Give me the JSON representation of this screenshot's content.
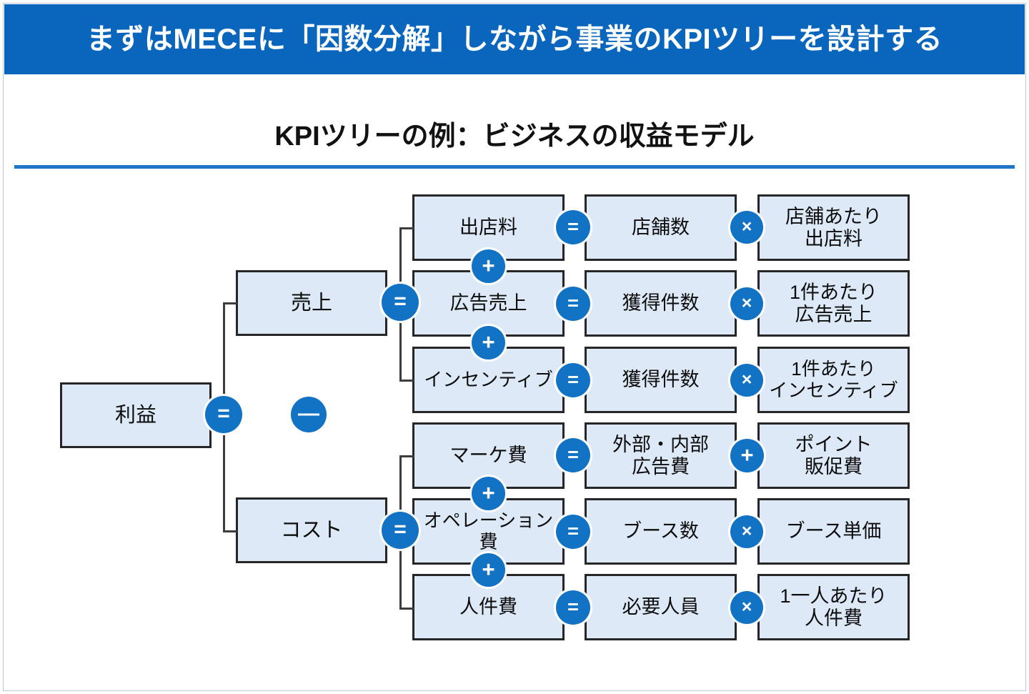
{
  "header": {
    "title": "まずはMECEに「因数分解」しながら事業のKPIツリーを設計する",
    "accent_color": "#0a66bd"
  },
  "subtitle": {
    "text": "KPIツリーの例：ビジネスの収益モデル",
    "rule_color": "#1f76c8"
  },
  "theme": {
    "box_fill": "#dde9f7",
    "box_border": "#262626",
    "badge_fill": "#1273c4",
    "badge_text": "#ffffff",
    "connector": "#3d3d3d"
  },
  "operators": {
    "equals": "=",
    "plus": "+",
    "minus": "—",
    "times": "×"
  },
  "tree": {
    "root": {
      "label": "利益"
    },
    "root_operator": "=",
    "branch_operator": "—",
    "level1": [
      {
        "label": "売上",
        "operator": "="
      },
      {
        "label": "コスト",
        "operator": "="
      }
    ],
    "rows": [
      {
        "branch": "売上",
        "driver": "出店料",
        "op1": "=",
        "factor1": "店舗数",
        "op2": "×",
        "factor2": "店舗あたり\n出店料",
        "join_below": "+"
      },
      {
        "branch": "売上",
        "driver": "広告売上",
        "op1": "=",
        "factor1": "獲得件数",
        "op2": "×",
        "factor2": "1件あたり\n広告売上",
        "join_below": "+"
      },
      {
        "branch": "売上",
        "driver": "インセンティブ",
        "op1": "=",
        "factor1": "獲得件数",
        "op2": "×",
        "factor2": "1件あたり\nインセンティブ",
        "join_below": null
      },
      {
        "branch": "コスト",
        "driver": "マーケ費",
        "op1": "=",
        "factor1": "外部・内部\n広告費",
        "op2": "+",
        "factor2": "ポイント\n販促費",
        "join_below": "+"
      },
      {
        "branch": "コスト",
        "driver": "オペレーション費",
        "op1": "=",
        "factor1": "ブース数",
        "op2": "×",
        "factor2": "ブース単価",
        "join_below": "+"
      },
      {
        "branch": "コスト",
        "driver": "人件費",
        "op1": "=",
        "factor1": "必要人員",
        "op2": "×",
        "factor2": "1一人あたり\n人件費",
        "join_below": null
      }
    ]
  }
}
